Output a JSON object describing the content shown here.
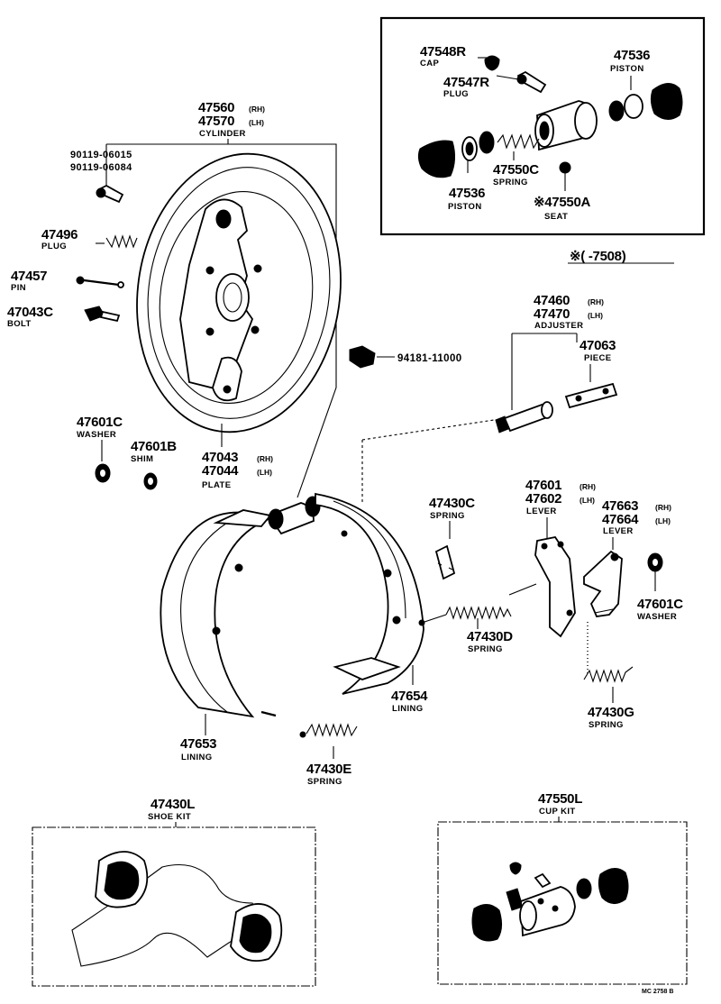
{
  "labels": {
    "cap_pn": "47548R",
    "cap_nm": "CAP",
    "plug_r_pn": "47547R",
    "plug_r_nm": "PLUG",
    "piston_a_pn": "47536",
    "piston_a_nm": "PISTON",
    "spring_c_pn": "47550C",
    "spring_c_nm": "SPRING",
    "piston_b_pn": "47536",
    "piston_b_nm": "PISTON",
    "seat_pn": "※47550A",
    "seat_nm": "SEAT",
    "date_note": "※(      -7508)",
    "cyl_rh_pn": "47560",
    "cyl_rh_sd": "(RH)",
    "cyl_lh_pn": "47570",
    "cyl_lh_sd": "(LH)",
    "cyl_nm": "CYLINDER",
    "bolt_pn1": "90119-06015",
    "bolt_pn2": "90119-06084",
    "plug_pn": "47496",
    "plug_nm": "PLUG",
    "pin_pn": "47457",
    "pin_nm": "PIN",
    "bolt_pn": "47043C",
    "bolt_nm": "BOLT",
    "nut_pn": "94181-11000",
    "adj_rh_pn": "47460",
    "adj_rh_sd": "(RH)",
    "adj_lh_pn": "47470",
    "adj_lh_sd": "(LH)",
    "adj_nm": "ADJUSTER",
    "piece_pn": "47063",
    "piece_nm": "PIECE",
    "washer_pn": "47601C",
    "washer_nm": "WASHER",
    "shim_pn": "47601B",
    "shim_nm": "SHIM",
    "plate_rh_pn": "47043",
    "plate_rh_sd": "(RH)",
    "plate_lh_pn": "47044",
    "plate_lh_sd": "(LH)",
    "plate_nm": "PLATE",
    "spring_430c_pn": "47430C",
    "spring_430c_nm": "SPRING",
    "lever_rh_pn": "47601",
    "lever_rh_sd": "(RH)",
    "lever_lh_pn": "47602",
    "lever_lh_sd": "(LH)",
    "lever_nm": "LEVER",
    "lever2_rh_pn": "47663",
    "lever2_rh_sd": "(RH)",
    "lever2_lh_pn": "47664",
    "lever2_lh_sd": "(LH)",
    "lever2_nm": "LEVER",
    "washer2_pn": "47601C",
    "washer2_nm": "WASHER",
    "spring_430d_pn": "47430D",
    "spring_430d_nm": "SPRING",
    "lining_654_pn": "47654",
    "lining_654_nm": "LINING",
    "spring_430g_pn": "47430G",
    "spring_430g_nm": "SPRING",
    "lining_653_pn": "47653",
    "lining_653_nm": "LINING",
    "spring_430e_pn": "47430E",
    "spring_430e_nm": "SPRING",
    "shoekit_pn": "47430L",
    "shoekit_nm": "SHOE KIT",
    "cupkit_pn": "47550L",
    "cupkit_nm": "CUP KIT",
    "footer_code": "MC  2758 B"
  }
}
